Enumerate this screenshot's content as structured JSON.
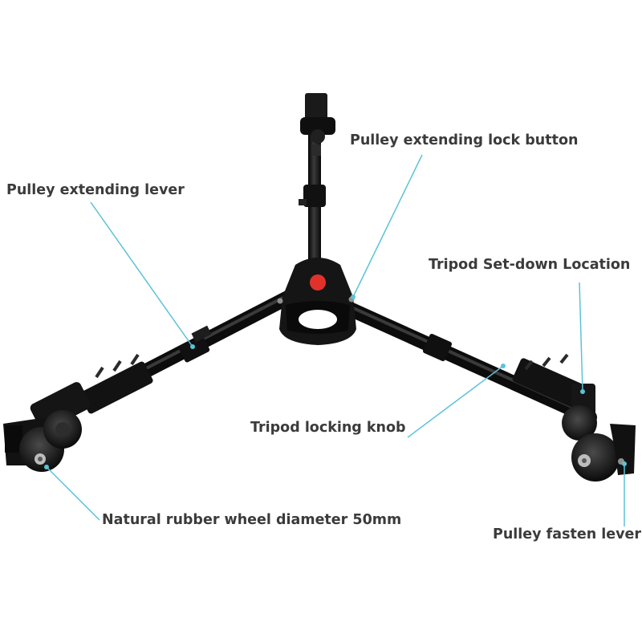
{
  "callouts": {
    "lock_button": "Pulley extending lock button",
    "extending_lever": "Pulley extending lever",
    "setdown_location": "Tripod Set-down Location",
    "locking_knob": "Tripod locking knob",
    "wheel": "Natural rubber wheel diameter 50mm",
    "fasten_lever": "Pulley fasten lever"
  },
  "colors": {
    "leader_line": "#5bc3d6",
    "label_text": "#3b3b3b",
    "metal": "#141414",
    "hub_badge": "#e0322b"
  },
  "icons": {
    "product": "tripod-dolly-photo"
  }
}
